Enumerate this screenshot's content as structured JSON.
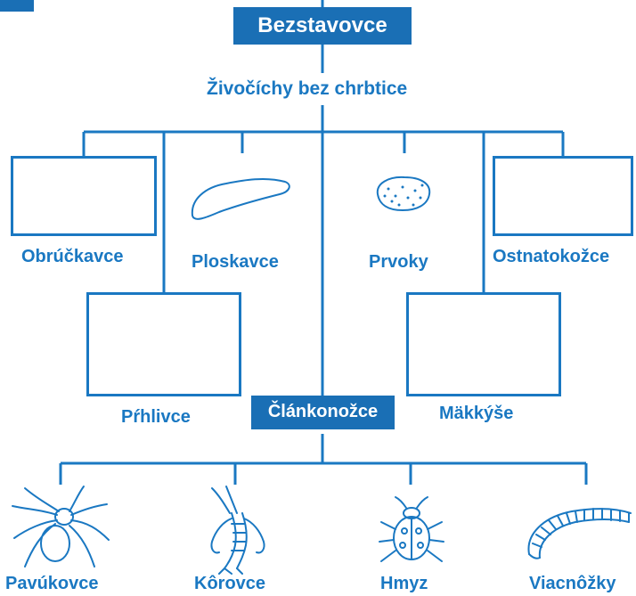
{
  "title": "Bezstavovce",
  "subtitle": "Živočíchy bez chrbtice",
  "center_node": "Článkonožce",
  "groups": {
    "obruckavce": "Obrúčkavce",
    "ploskavce": "Ploskavce",
    "prvoky": "Prvoky",
    "ostnatokozce": "Ostnatokožce",
    "prhlivce": "Pŕhlivce",
    "makkyse": "Mäkkýše"
  },
  "arthropods": [
    "Pavúkovce",
    "Kôrovce",
    "Hmyz",
    "Viacnôžky"
  ],
  "colors": {
    "primary": "#1a78c2",
    "header_fill": "#1a6fb5",
    "background": "#ffffff"
  },
  "icons": {
    "ploskavce": "flatworm-icon",
    "prvoky": "protozoan-icon",
    "pavukovce": "spider-icon",
    "korovce": "crayfish-icon",
    "hmyz": "beetle-icon",
    "viacnozky": "millipede-icon"
  }
}
